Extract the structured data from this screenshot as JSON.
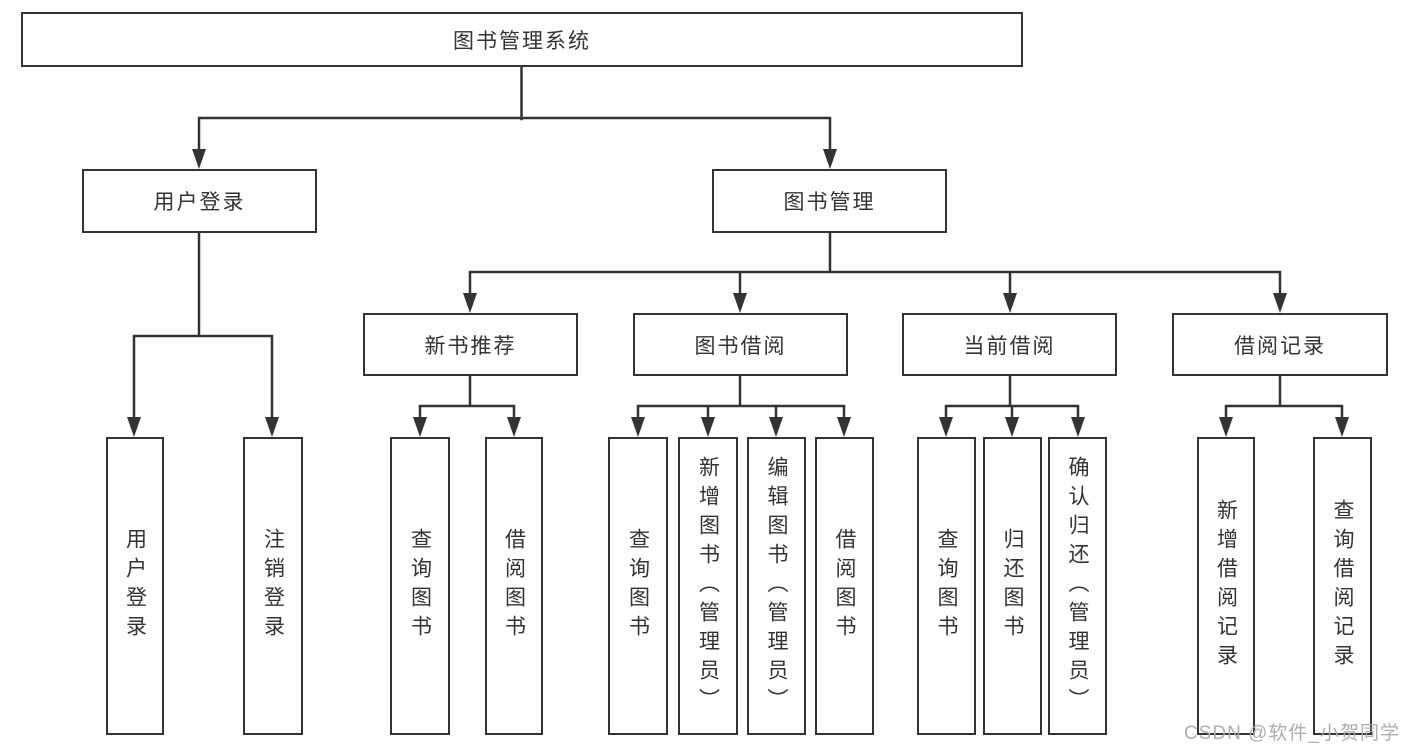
{
  "tree": {
    "root": "图书管理系统",
    "branches": [
      {
        "label": "用户登录",
        "children": [
          "用户登录",
          "注销登录"
        ]
      },
      {
        "label": "图书管理",
        "modules": [
          {
            "label": "新书推荐",
            "children": [
              "查询图书",
              "借阅图书"
            ]
          },
          {
            "label": "图书借阅",
            "children": [
              "查询图书",
              "新增图书（管理员）",
              "编辑图书（管理员）",
              "借阅图书"
            ]
          },
          {
            "label": "当前借阅",
            "children": [
              "查询图书",
              "归还图书",
              "确认归还（管理员）"
            ]
          },
          {
            "label": "借阅记录",
            "children": [
              "新增借阅记录",
              "查询借阅记录"
            ]
          }
        ]
      }
    ]
  },
  "watermark": "CSDN @软件_小贺同学",
  "colors": {
    "line": "#333333",
    "box_border": "#333333",
    "box_fill": "#ffffff",
    "text": "#333333",
    "watermark": "#aaaaae",
    "background": "#ffffff"
  }
}
